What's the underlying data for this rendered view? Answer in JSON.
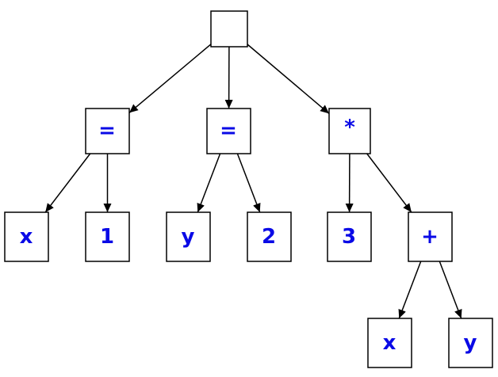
{
  "diagram": {
    "label_color": "#0a0ae6",
    "nodes": [
      {
        "id": "root",
        "label": ""
      },
      {
        "id": "eq1",
        "label": "="
      },
      {
        "id": "eq2",
        "label": "="
      },
      {
        "id": "mul",
        "label": "*"
      },
      {
        "id": "x1",
        "label": "x"
      },
      {
        "id": "one",
        "label": "1"
      },
      {
        "id": "y1",
        "label": "y"
      },
      {
        "id": "two",
        "label": "2"
      },
      {
        "id": "three",
        "label": "3"
      },
      {
        "id": "plus",
        "label": "+"
      },
      {
        "id": "x2",
        "label": "x"
      },
      {
        "id": "y2",
        "label": "y"
      }
    ],
    "edges": [
      {
        "from": "root",
        "to": "eq1"
      },
      {
        "from": "root",
        "to": "eq2"
      },
      {
        "from": "root",
        "to": "mul"
      },
      {
        "from": "eq1",
        "to": "x1"
      },
      {
        "from": "eq1",
        "to": "one"
      },
      {
        "from": "eq2",
        "to": "y1"
      },
      {
        "from": "eq2",
        "to": "two"
      },
      {
        "from": "mul",
        "to": "three"
      },
      {
        "from": "mul",
        "to": "plus"
      },
      {
        "from": "plus",
        "to": "x2"
      },
      {
        "from": "plus",
        "to": "y2"
      }
    ]
  }
}
